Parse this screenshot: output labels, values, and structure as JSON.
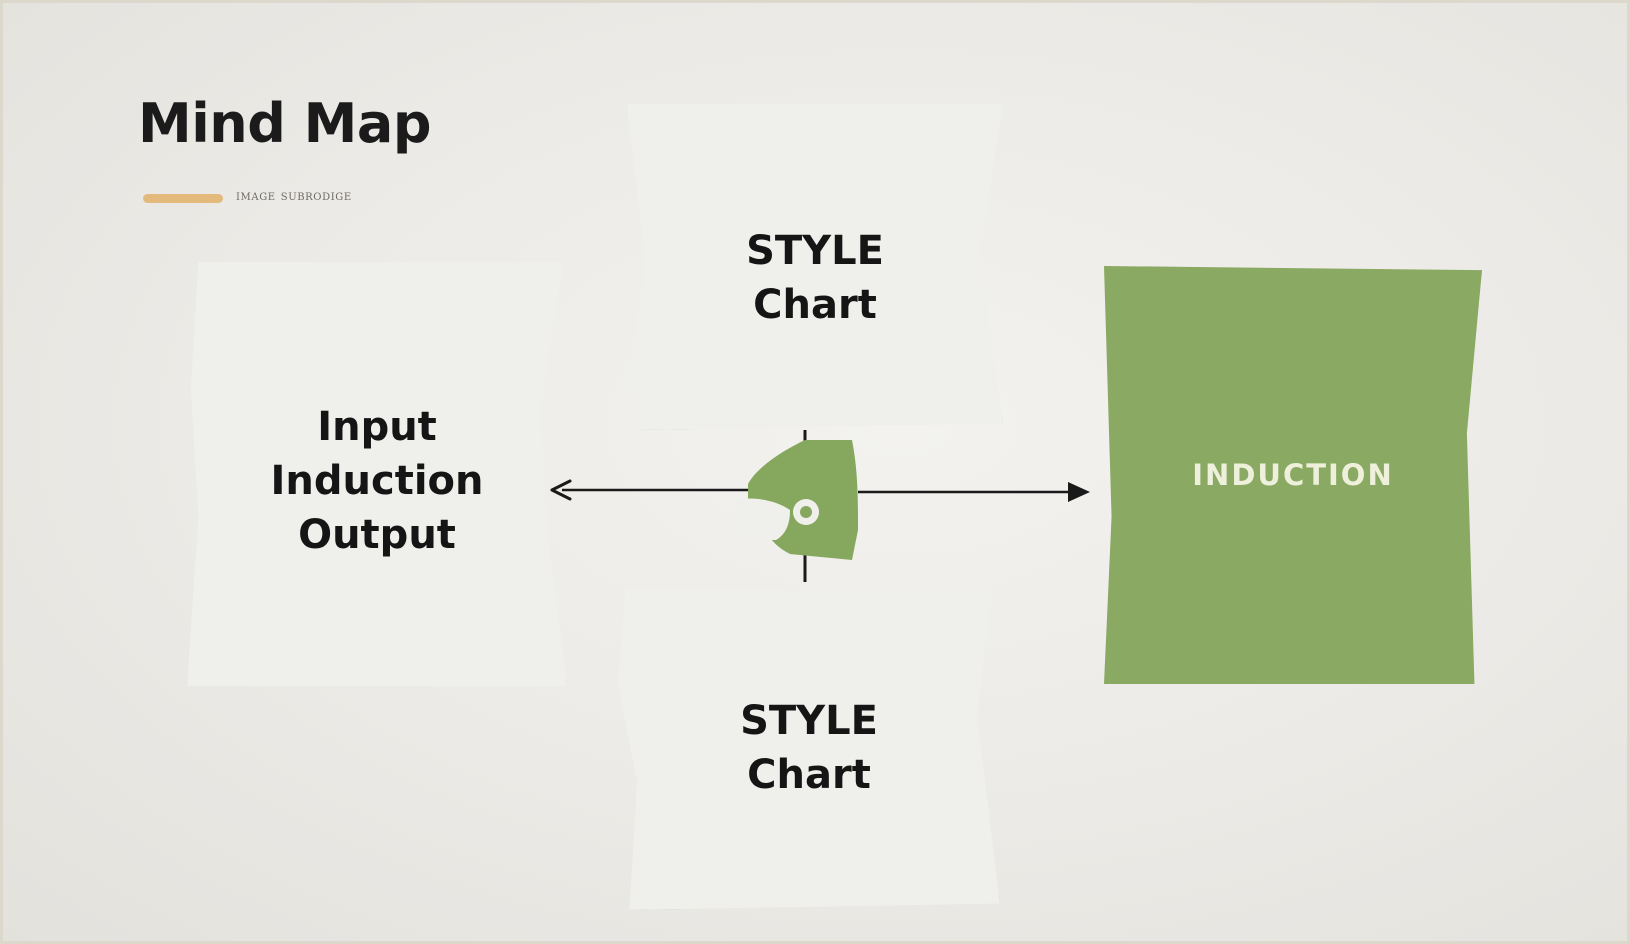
{
  "title": "Mind Map",
  "subtitle": "image subrodige",
  "colors": {
    "accent_bar": "#e4b97c",
    "green_card": "#8aa962",
    "hub_green": "#86a75e",
    "card_white": "#efefec",
    "line": "#1a1a1a"
  },
  "nodes": {
    "left": {
      "lines": [
        "Input",
        "Induction",
        "Output"
      ]
    },
    "top": {
      "lines": [
        "STYLE",
        "Chart"
      ]
    },
    "bottom": {
      "lines": [
        "STYLE",
        "Chart"
      ]
    },
    "right": {
      "label": "INDUCTION"
    }
  },
  "hub": {
    "icon": "puzzle-connector-icon"
  },
  "arrows": {
    "left": "arrow-left-icon",
    "right": "arrow-right-icon"
  }
}
